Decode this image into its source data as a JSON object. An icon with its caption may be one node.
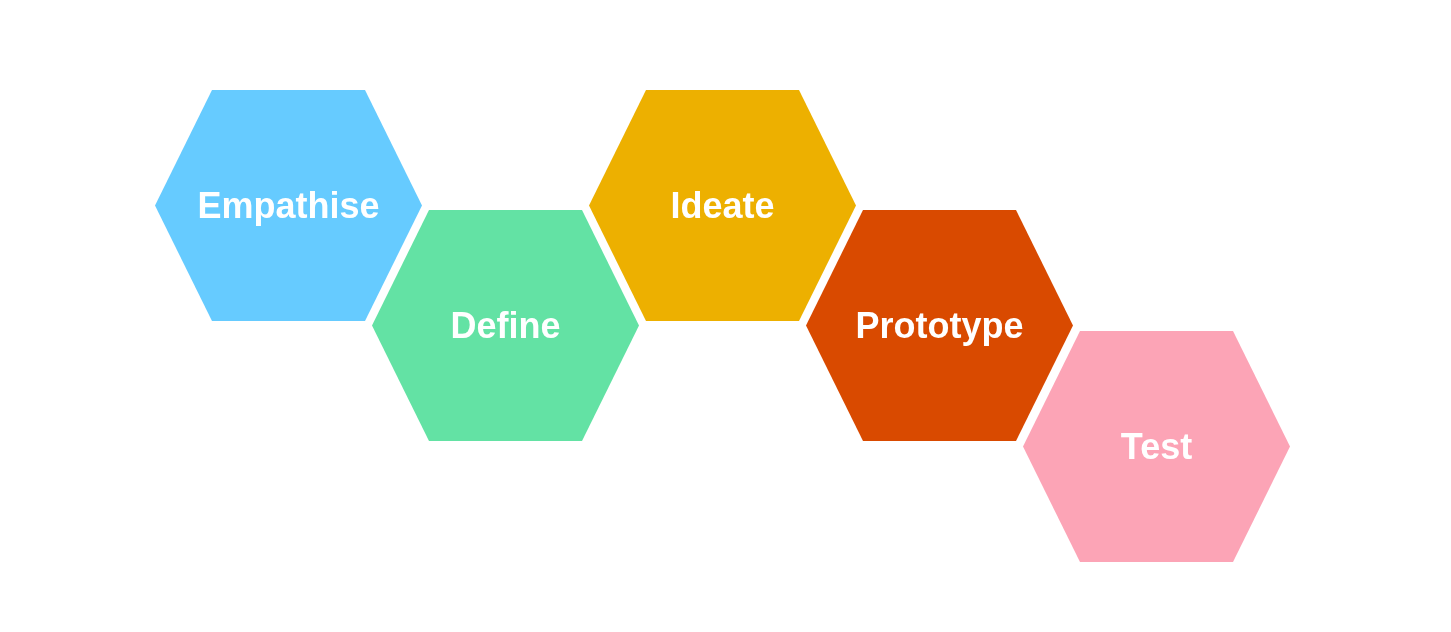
{
  "diagram": {
    "nodes": [
      {
        "text": [
          "Empathise"
        ]
      },
      {
        "text": [
          "Define"
        ]
      },
      {
        "text": [
          "Ideate"
        ]
      },
      {
        "text": [
          "Prototype"
        ]
      },
      {
        "text": [
          "Test"
        ]
      }
    ]
  }
}
